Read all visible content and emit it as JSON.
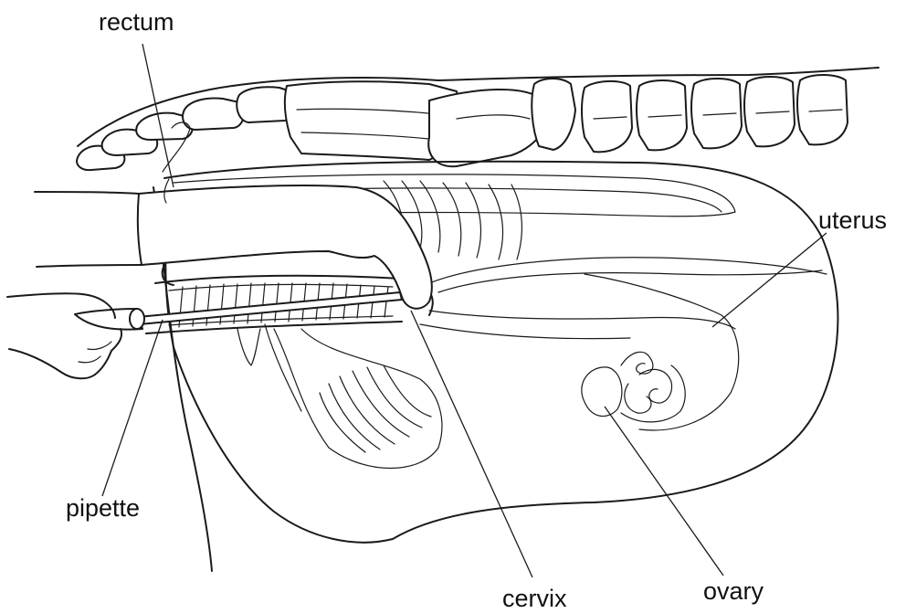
{
  "diagram": {
    "labels": {
      "rectum": "rectum",
      "uterus": "uterus",
      "pipette": "pipette",
      "cervix": "cervix",
      "ovary": "ovary"
    },
    "line_color": "#1a1a1a",
    "background": "#ffffff"
  }
}
